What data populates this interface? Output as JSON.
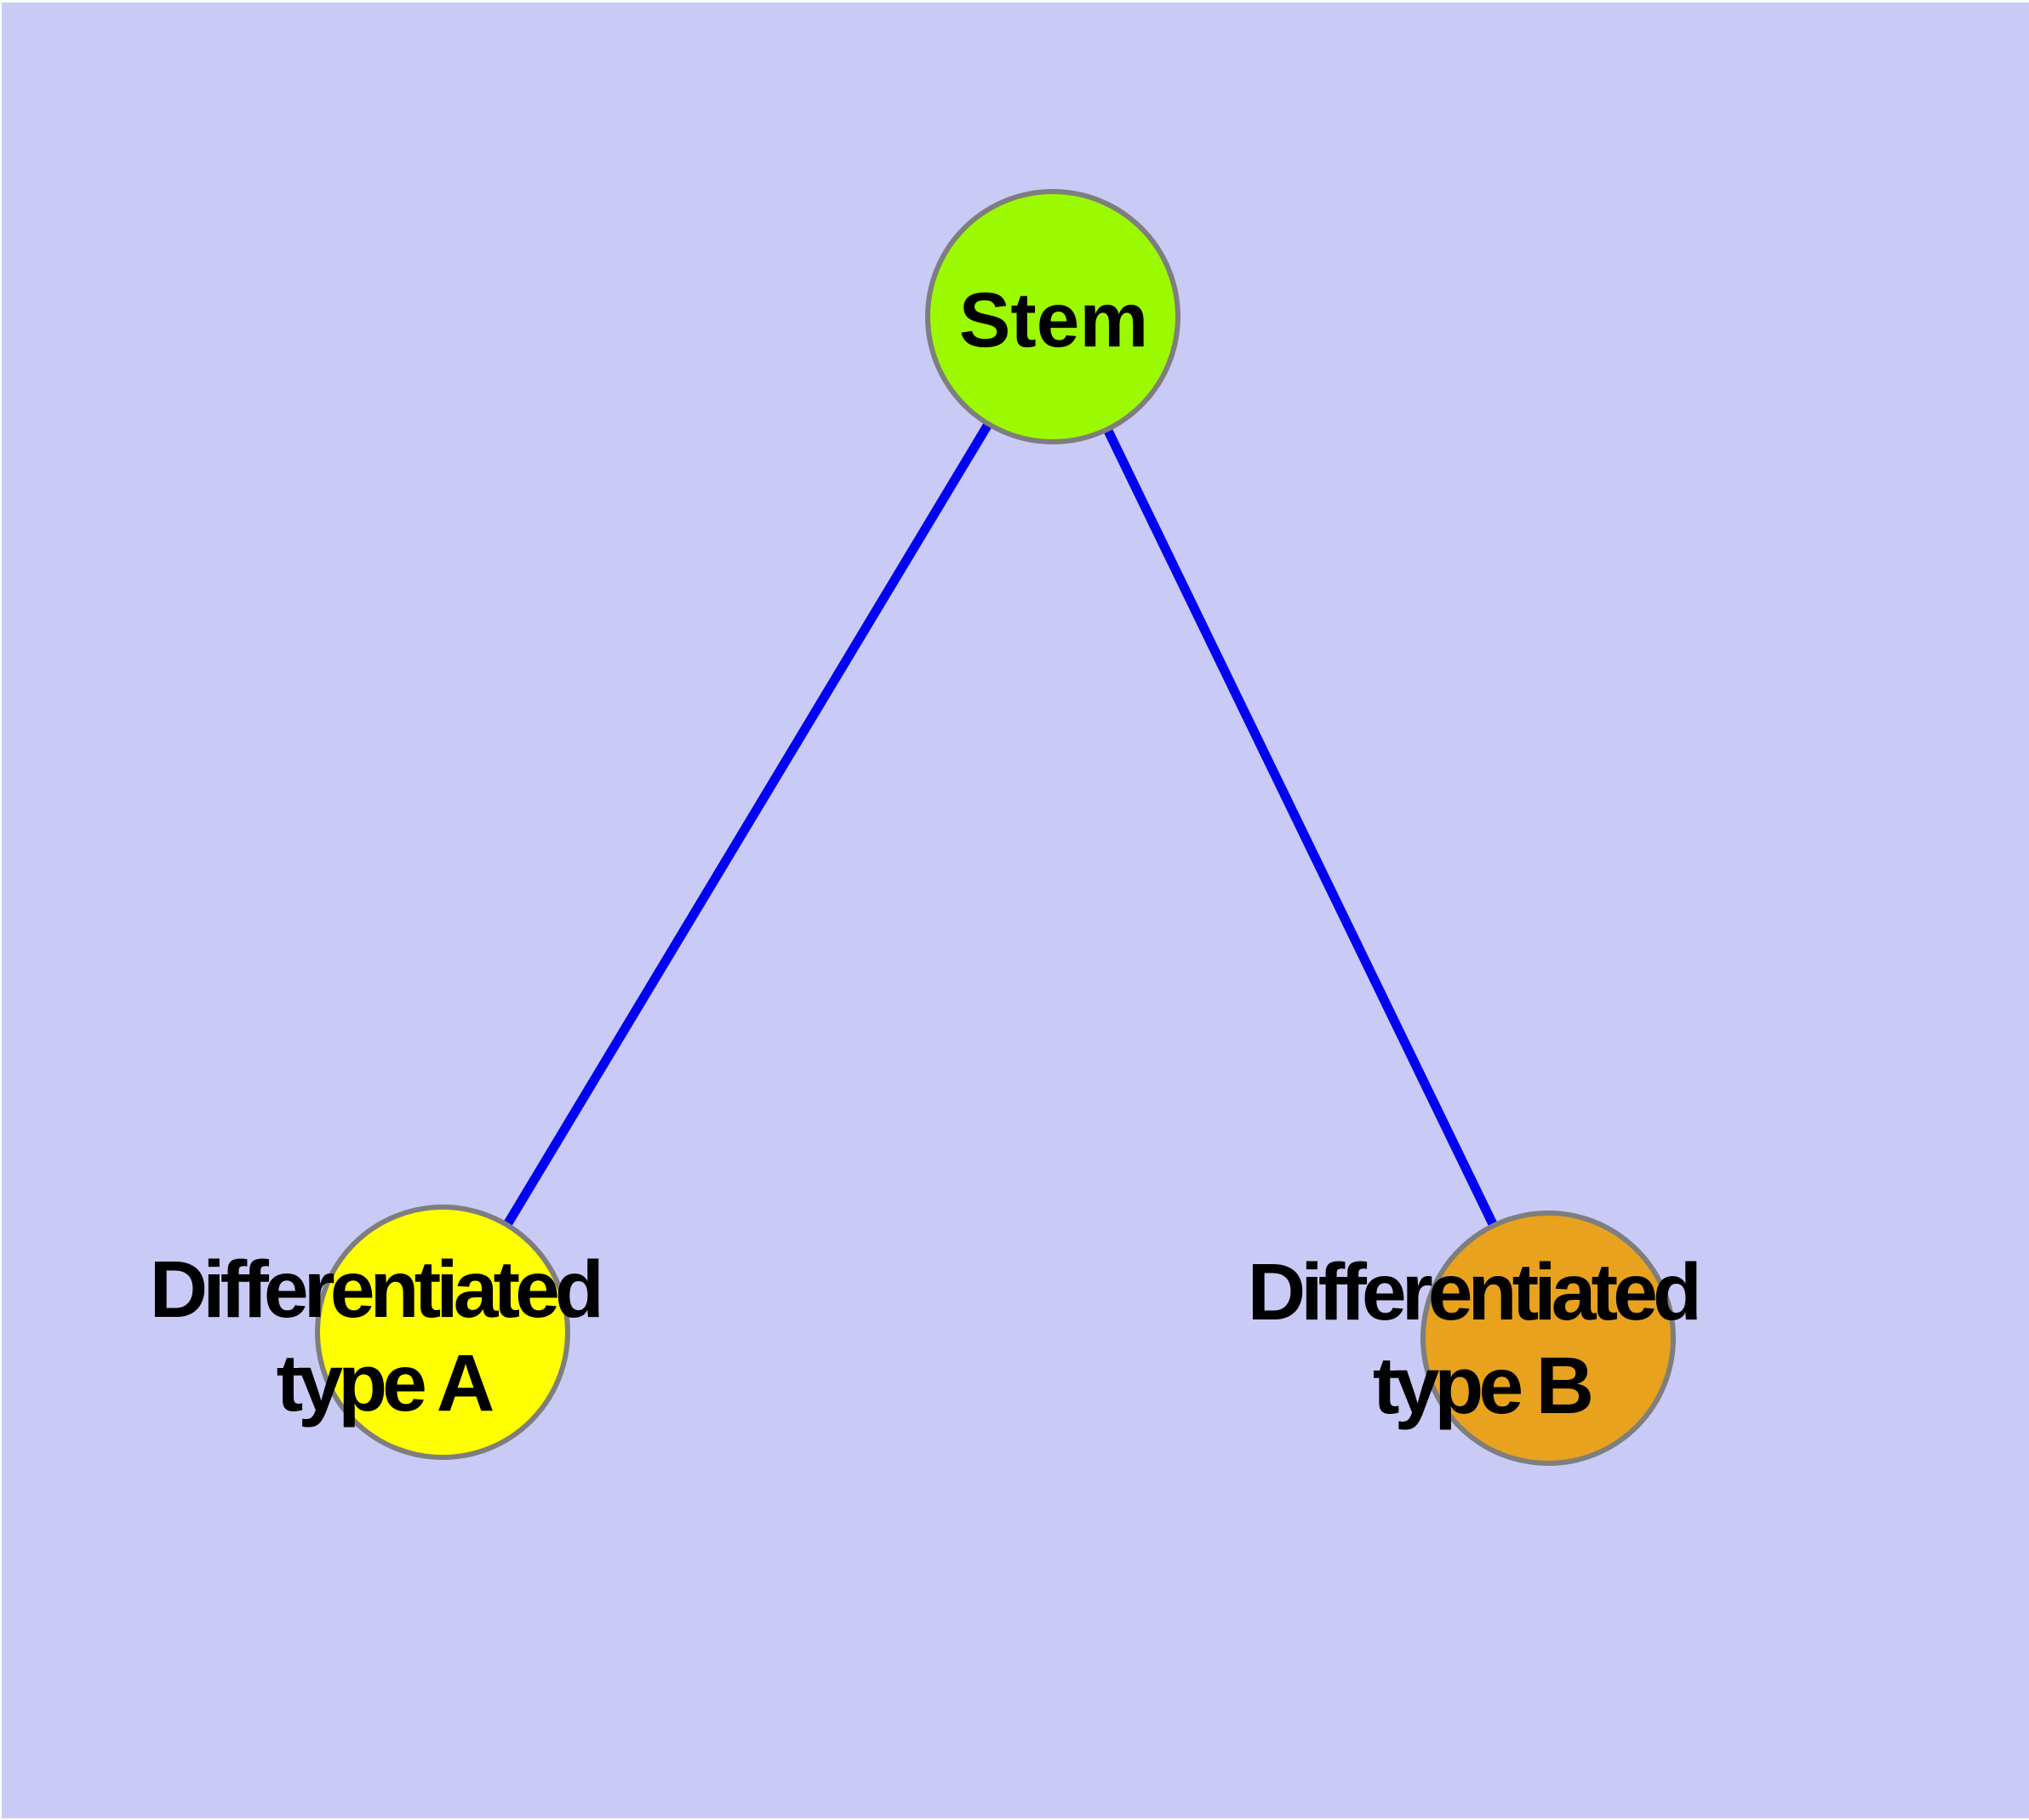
{
  "diagram": {
    "type": "graph",
    "background_color": "#cacaf7",
    "margin_color": "#ffffff",
    "edge_color": "#0202f2",
    "node_border_color": "#7e7e7e",
    "label_color": "#000000",
    "nodes": {
      "stem": {
        "label": "Stem",
        "fill": "#9bfa00"
      },
      "type_a": {
        "label_line1": "Differentiated",
        "label_line2": "type A",
        "fill": "#ffff00"
      },
      "type_b": {
        "label_line1": "Differentiated",
        "label_line2": "type B",
        "fill": "#e8a21d"
      }
    },
    "edges": [
      {
        "from": "stem",
        "to": "type_a"
      },
      {
        "from": "stem",
        "to": "type_b"
      }
    ]
  }
}
